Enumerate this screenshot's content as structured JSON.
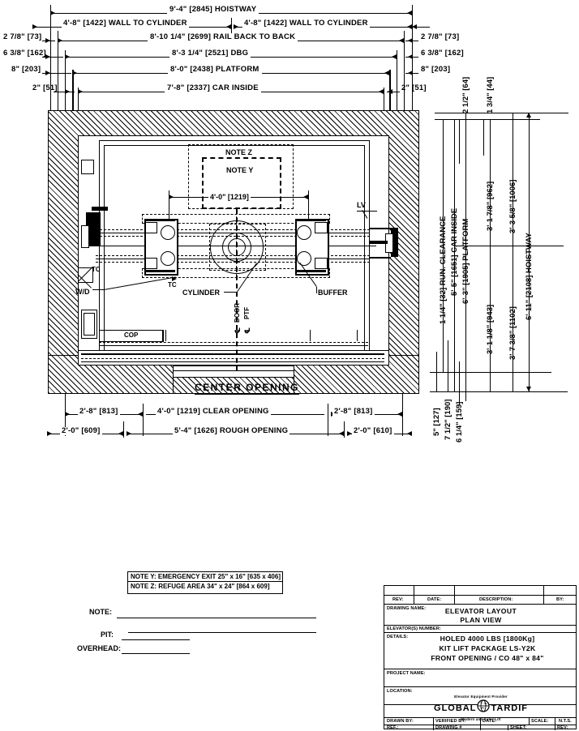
{
  "drawing": {
    "title_main": "ELEVATOR LAYOUT",
    "title_sub": "PLAN VIEW",
    "center_opening_label": "CENTER OPENING"
  },
  "top_dimensions": [
    {
      "text": "9'-4\" [2845] HOISTWAY"
    },
    {
      "text": "4'-8\" [1422] WALL TO CYLINDER"
    },
    {
      "text": "4'-8\" [1422] WALL TO CYLINDER"
    },
    {
      "text": "8'-10 1/4\" [2699] RAIL BACK TO BACK"
    },
    {
      "text": "8'-3 1/4\" [2521] DBG"
    },
    {
      "text": "8'-0\" [2438] PLATFORM"
    },
    {
      "text": "7'-8\" [2337] CAR INSIDE"
    }
  ],
  "top_left_dimensions": [
    {
      "text": "2 7/8\" [73]"
    },
    {
      "text": "6 3/8\" [162]"
    },
    {
      "text": "8\" [203]"
    },
    {
      "text": "2\" [51]"
    }
  ],
  "top_right_dimensions": [
    {
      "text": "2 7/8\" [73]"
    },
    {
      "text": "6 3/8\" [162]"
    },
    {
      "text": "8\" [203]"
    },
    {
      "text": "2\" [51]"
    }
  ],
  "bottom_dimensions": {
    "clear_row": [
      {
        "text": "2'-8\" [813]"
      },
      {
        "text": "4'-0\" [1219] CLEAR OPENING"
      },
      {
        "text": "2'-8\" [813]"
      }
    ],
    "rough_row": [
      {
        "text": "2'-0\" [609]"
      },
      {
        "text": "5'-4\" [1626] ROUGH OPENING"
      },
      {
        "text": "2'-0\" [610]"
      }
    ]
  },
  "right_dimensions": {
    "top_small": [
      {
        "text": "2 1/2\" [64]"
      },
      {
        "text": "1 3/4\" [44]"
      }
    ],
    "columns": [
      {
        "text": "1 1/4\" [32] RUN. CLEARANCE"
      },
      {
        "text": "5'-5\" [1651] CAR INSIDE"
      },
      {
        "text": "6'-3\" [1905] PLATFORM"
      },
      {
        "text": "3'-1 7/8\" [962]"
      },
      {
        "text": "3'-3 5/8\" [1006]"
      },
      {
        "text": "3'-1 1/8\" [943]"
      },
      {
        "text": "3'-7 3/8\" [1102]"
      },
      {
        "text": "6'-11\" [2108] HOISTWAY"
      }
    ],
    "bottom_small": [
      {
        "text": "5\" [127]"
      },
      {
        "text": "7 1/2\" [190]"
      },
      {
        "text": "6 1/4\" [159]"
      }
    ]
  },
  "plan_labels": {
    "note_z": "NOTE Z",
    "note_y": "NOTE Y",
    "inner_dim": "4'-0\" [1219]",
    "lv": "LV",
    "tc_left": "TC",
    "tc_mid": "TC",
    "wd": "W/D",
    "cylinder": "CYLINDER",
    "buffer": "BUFFER",
    "cop": "COP",
    "cl_door": "DOOR",
    "cl_ptf": "PTF",
    "cl_symbol": "℄"
  },
  "notes_block": {
    "rows": [
      "NOTE Y: EMERGENCY EXIT 25\" x 16\" [635 x 406]",
      "NOTE Z: REFUGE AREA 34\" x 24\" [864 x 609]"
    ],
    "fields": [
      {
        "label": "NOTE:"
      },
      {
        "label": "PIT:"
      },
      {
        "label": "OVERHEAD:"
      }
    ]
  },
  "title_block": {
    "rev_label": "REV:",
    "date_label": "DATE:",
    "description_label": "DESCRIPTION:",
    "by_label": "BY:",
    "drawing_name_label": "DRAWING NAME:",
    "drawing_name_line1": "ELEVATOR LAYOUT",
    "drawing_name_line2": "PLAN VIEW",
    "elevators_number_label": "ELEVATOR(S) NUMBER:",
    "details_label": "DETAILS:",
    "details_line1": "HOLED 4000 LBS [1800Kg]",
    "details_line2": "KIT LIFT PACKAGE LS-Y2K",
    "details_line3": "FRONT OPENING / CO 48\" x 84\"",
    "project_name_label": "PROJECT NAME:",
    "location_label": "LOCATION:",
    "logo_top_tag": "Elevator Equipment Provider",
    "logo_brand_left": "GLOBAL",
    "logo_brand_right": "TARDIF",
    "logo_bottom_tag": "Modern and Safer Lift",
    "drawn_by_label": "DRAWN BY:",
    "verified_by_label": "VERIFIED BY:",
    "date2_label": "DATE:",
    "scale_label": "SCALE:",
    "scale_value": "N.T.S.",
    "ref_label": "REF.:",
    "drawing_num_label": "DRAWING #",
    "sheet_label": "SHEET:",
    "rev2_label": "REV:"
  }
}
